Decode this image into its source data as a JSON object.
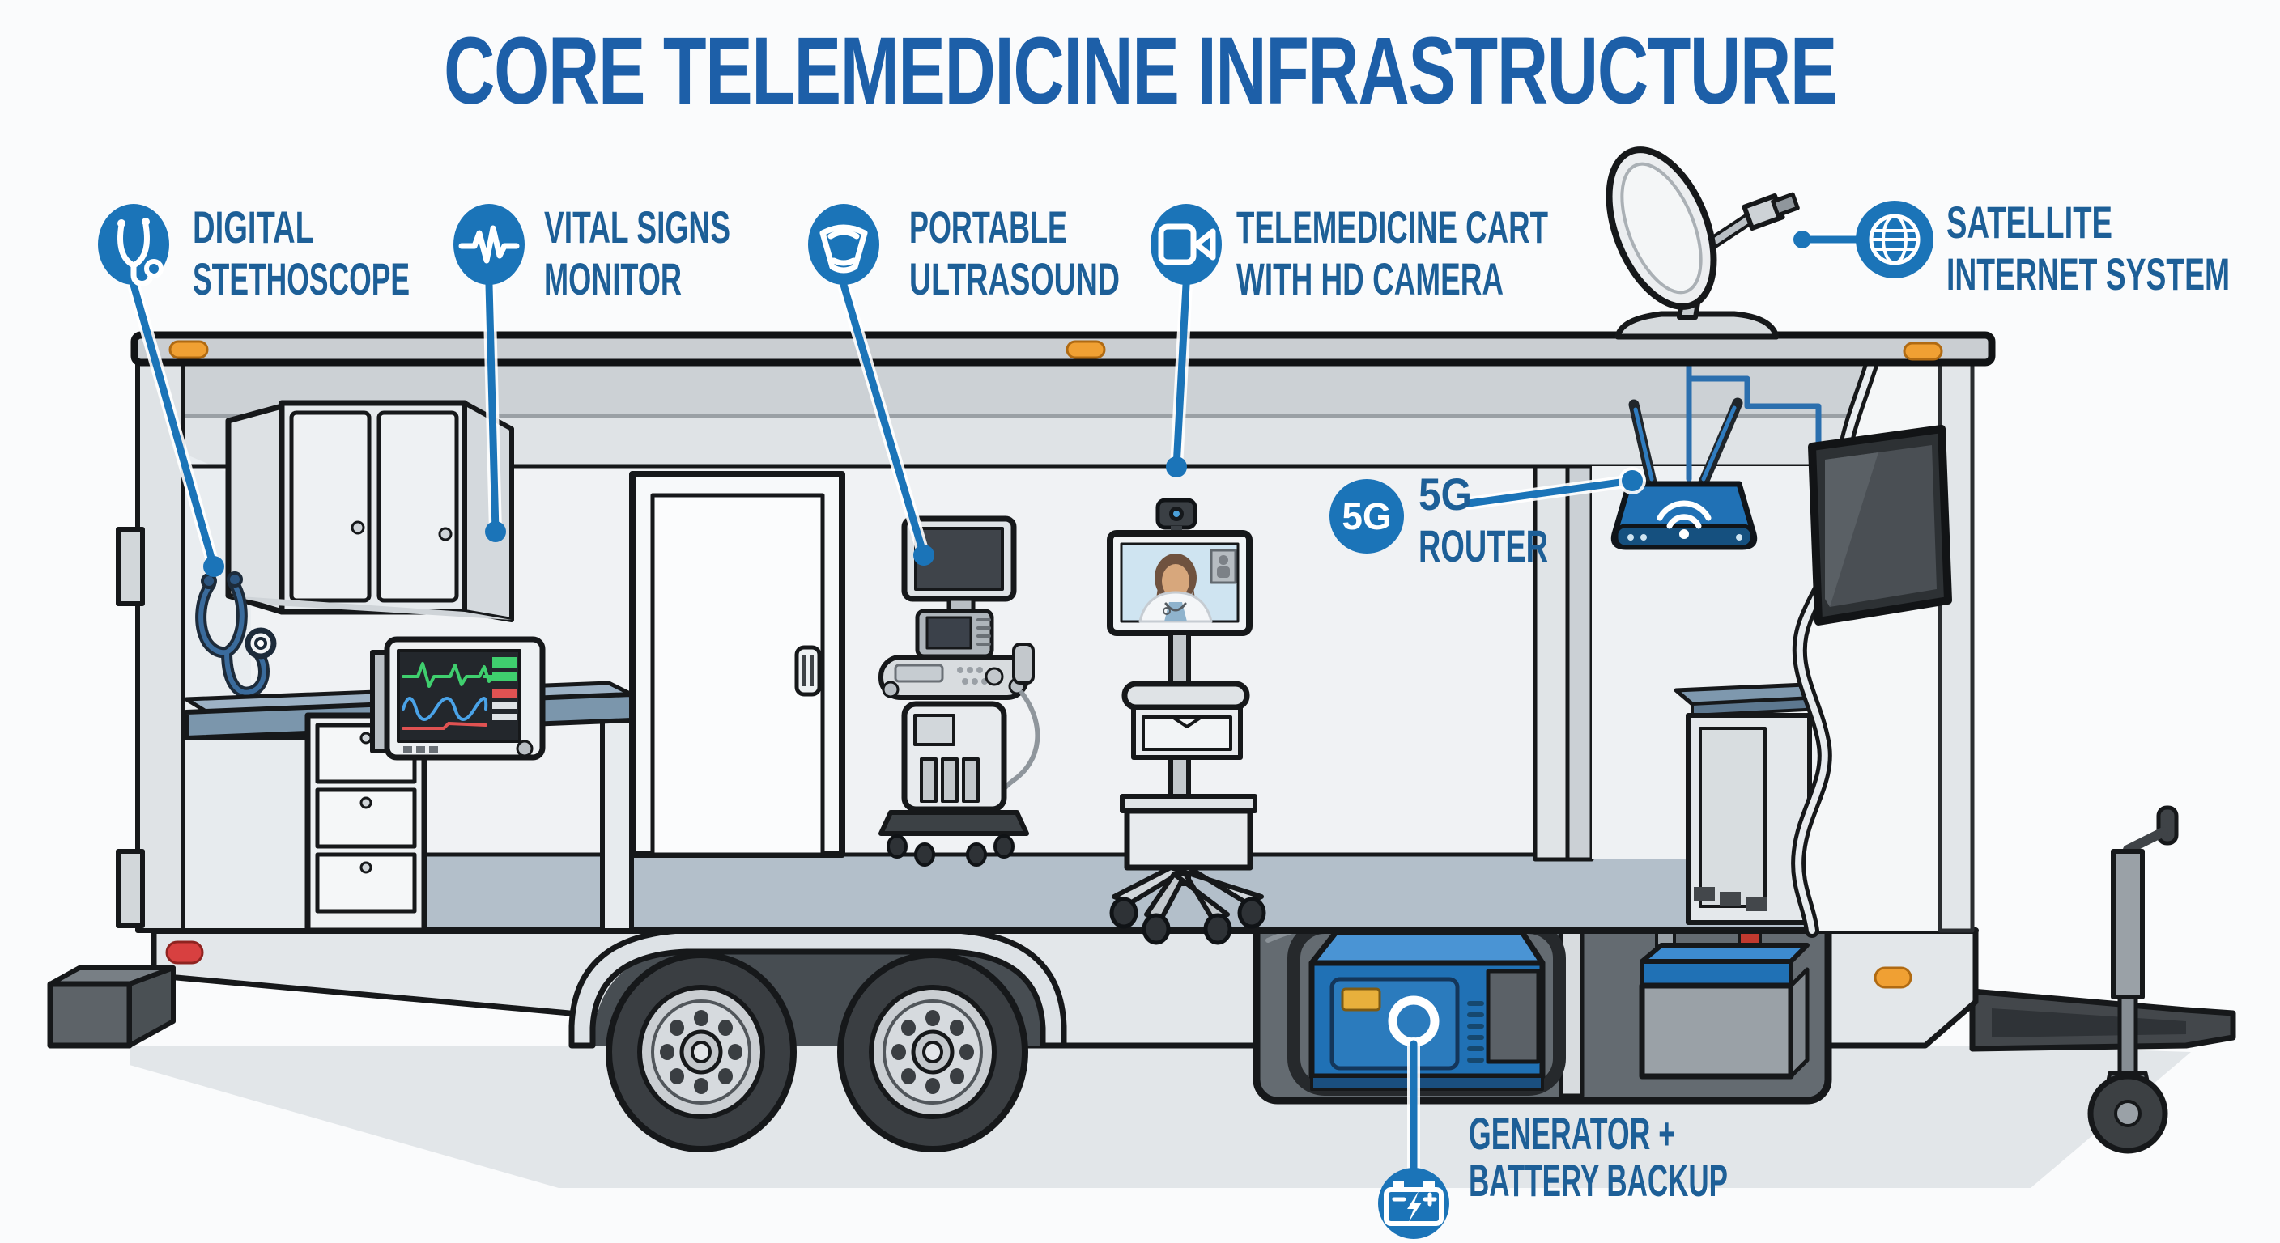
{
  "title": "CORE TELEMEDICINE INFRASTRUCTURE",
  "labels": {
    "stethoscope": {
      "line1": "DIGITAL",
      "line2": "STETHOSCOPE",
      "icon": "stethoscope-icon"
    },
    "vitals": {
      "line1": "VITAL SIGNS",
      "line2": "MONITOR",
      "icon": "heartbeat-icon"
    },
    "ultrasound": {
      "line1": "PORTABLE",
      "line2": "ULTRASOUND",
      "icon": "ultrasound-probe-icon"
    },
    "telecart": {
      "line1": "TELEMEDICINE CART",
      "line2": "WITH HD CAMERA",
      "icon": "video-camera-icon"
    },
    "satellite": {
      "line1": "SATELLITE",
      "line2": "INTERNET SYSTEM",
      "icon": "globe-icon"
    },
    "router": {
      "badge": "5G",
      "line1": "5G",
      "line2": "ROUTER",
      "icon": "5g-badge-icon"
    },
    "generator": {
      "line1": "GENERATOR +",
      "line2": "BATTERY BACKUP",
      "icon": "battery-icon"
    }
  },
  "colors": {
    "accent": "#1b74b8",
    "label_text": "#1d5f97",
    "title": "#1d5fa8",
    "equipment_blue": "#2071b5",
    "marker_orange": "#f0a033",
    "marker_red": "#d84040",
    "ecg_green": "#3fcf6e",
    "ecg_blue": "#4aa3e8",
    "ecg_red": "#e05252"
  }
}
